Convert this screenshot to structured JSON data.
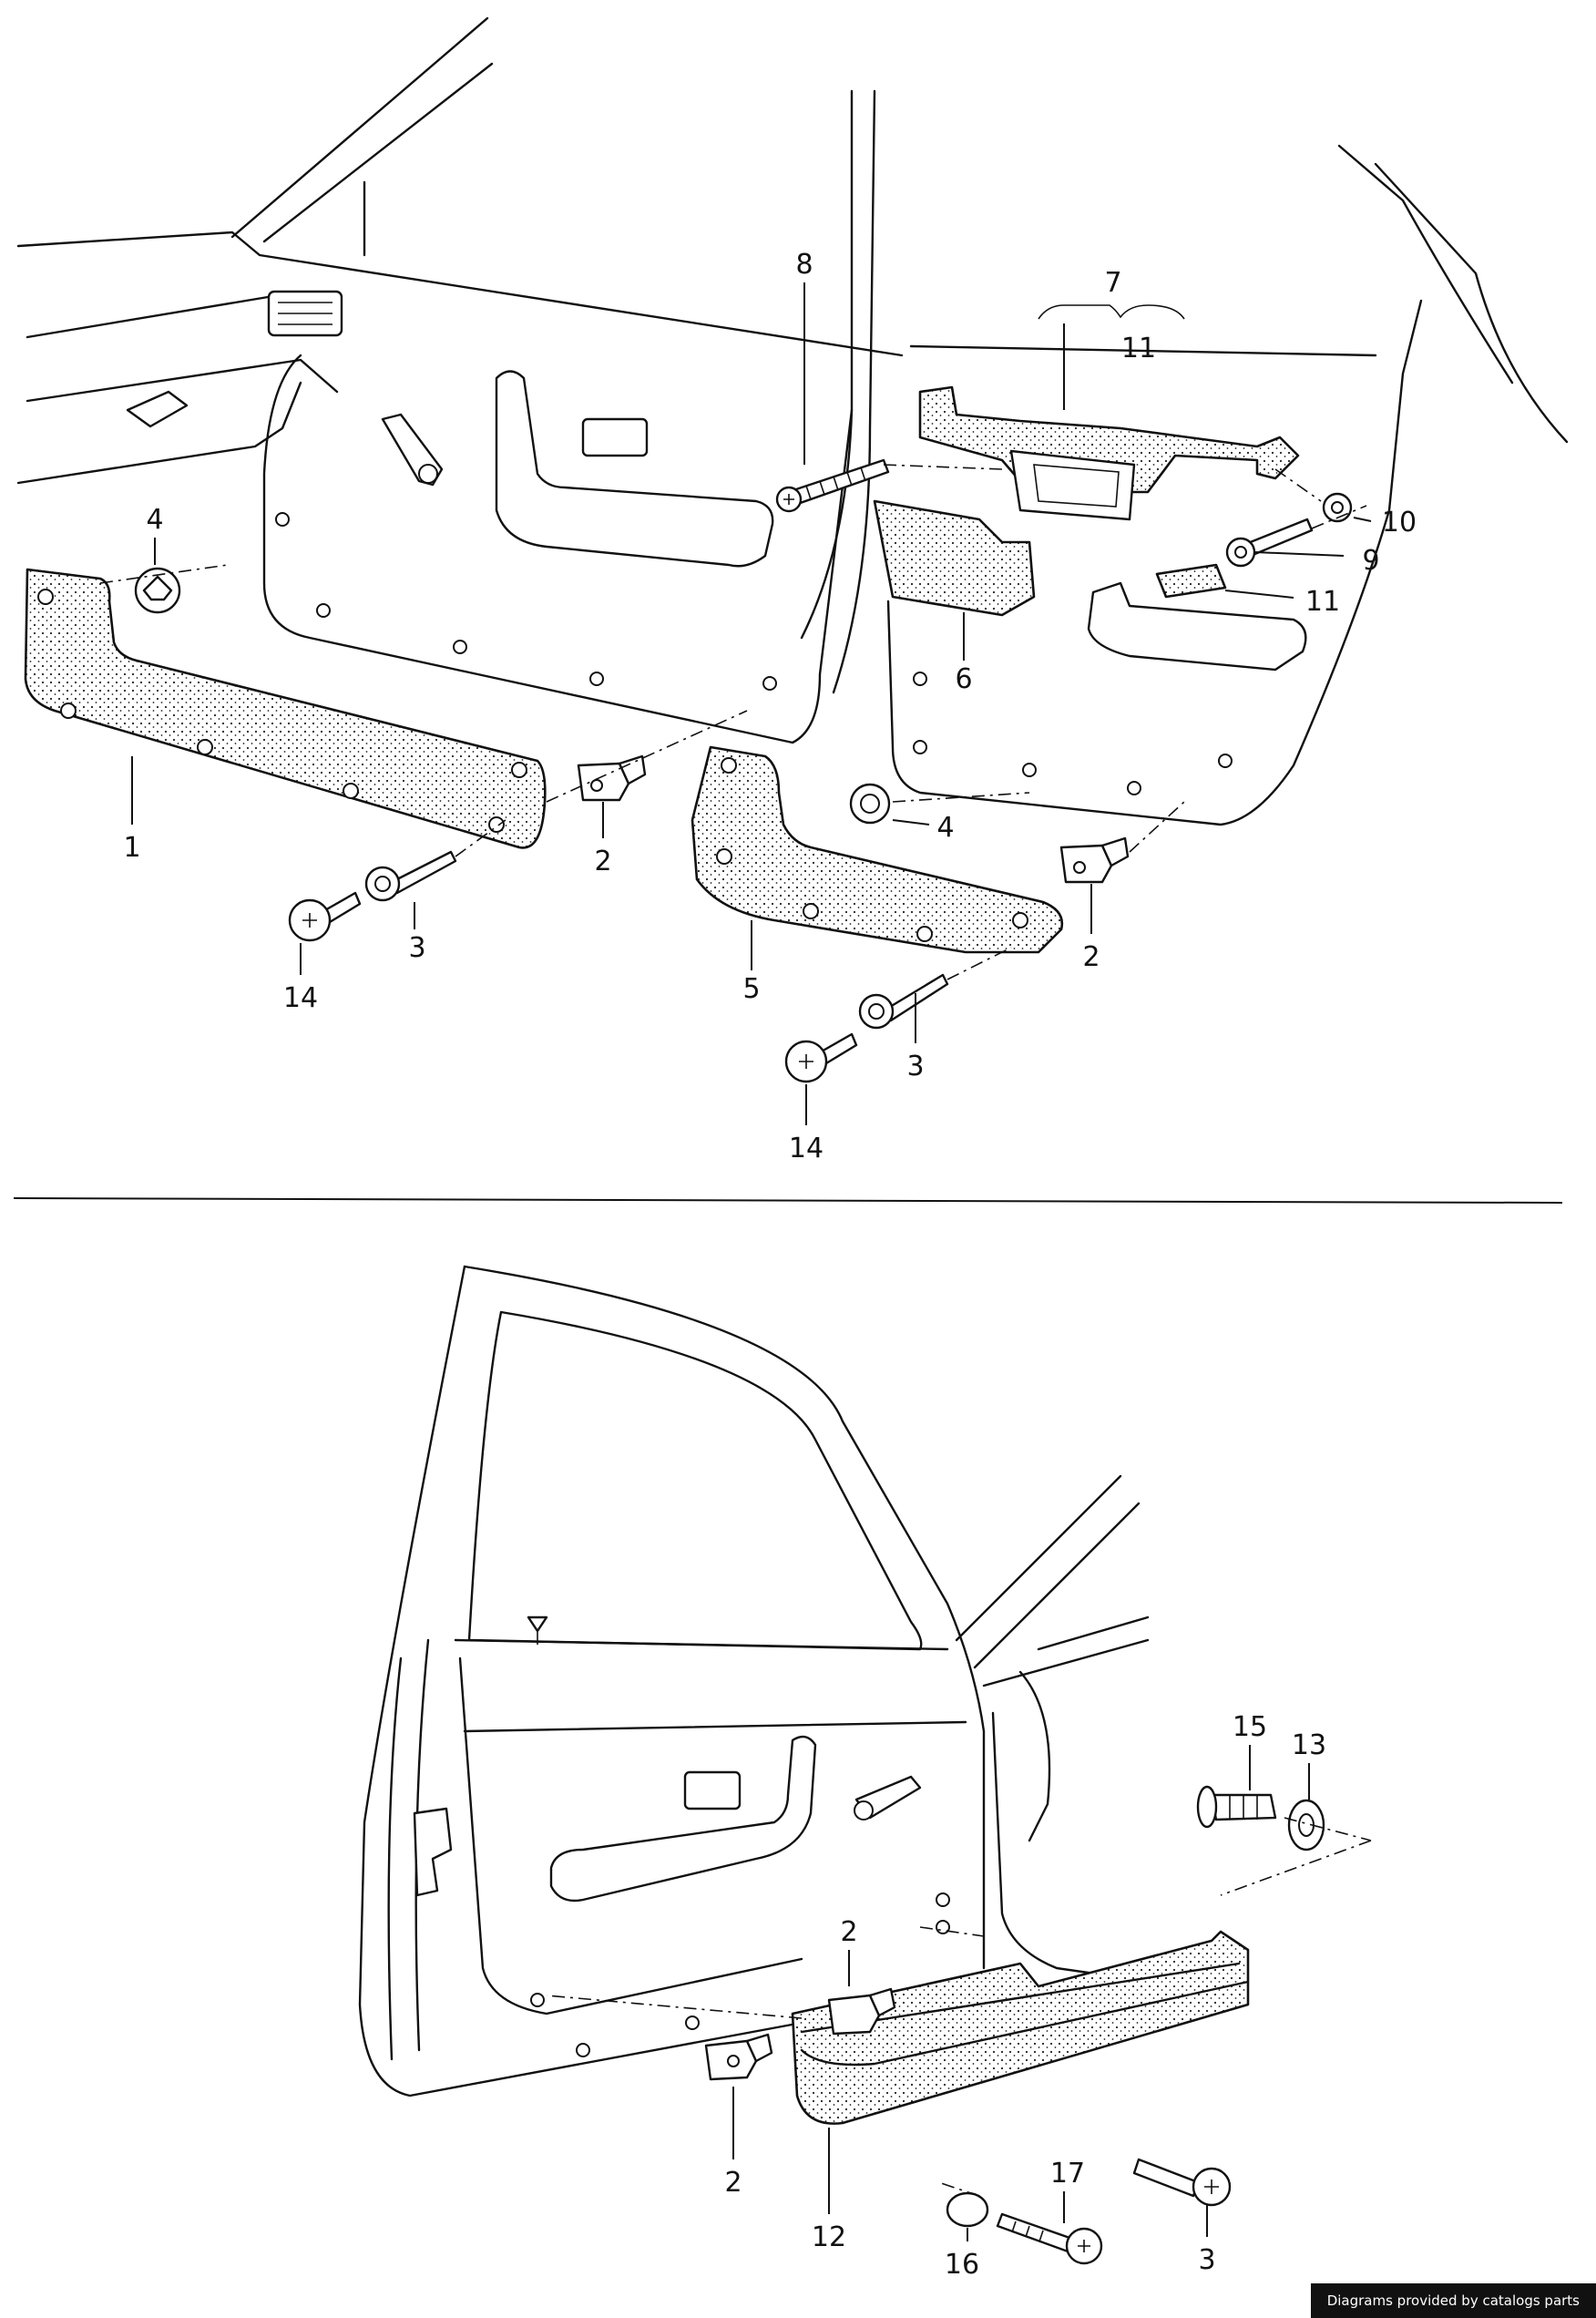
{
  "callouts_top": {
    "c1": "1",
    "c2a": "2",
    "c2b": "2",
    "c3a": "3",
    "c3b": "3",
    "c4a": "4",
    "c4b": "4",
    "c5": "5",
    "c6": "6",
    "c7": "7",
    "c8": "8",
    "c9": "9",
    "c10": "10",
    "c11a": "11",
    "c11b": "11",
    "c14a": "14",
    "c14b": "14"
  },
  "callouts_bottom": {
    "c2a": "2",
    "c2b": "2",
    "c3": "3",
    "c12": "12",
    "c13": "13",
    "c15": "15",
    "c16": "16",
    "c17": "17"
  },
  "credit": "Diagrams provided by catalogs parts"
}
